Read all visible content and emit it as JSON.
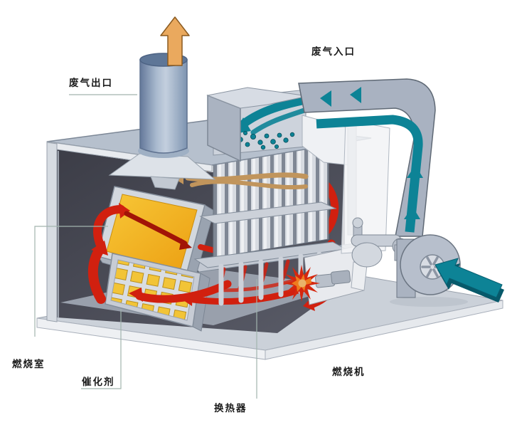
{
  "diagram": {
    "type": "catalytic-combustion-unit-cutaway",
    "labels": {
      "exhaust_outlet": "废气出口",
      "exhaust_inlet": "废气入口",
      "combustion_chamber": "燃烧室",
      "catalyst": "催化剂",
      "heat_exchanger": "换热器",
      "burner": "燃烧机"
    },
    "flow_colors": {
      "inlet_gas": "#0d8396",
      "outlet_gas": "#e8a45c",
      "hot_gas": "#d1200f",
      "warm_gas": "#c1955c"
    },
    "structure_colors": {
      "casing_top": "#b6c0cd",
      "chamber_interior": "#45464f",
      "catalyst_panel": "#f3ac1a",
      "catalyst_cells": "#f2c437",
      "base_slab": "#cbd1d9",
      "leader_line": "#a2b5ae"
    }
  }
}
